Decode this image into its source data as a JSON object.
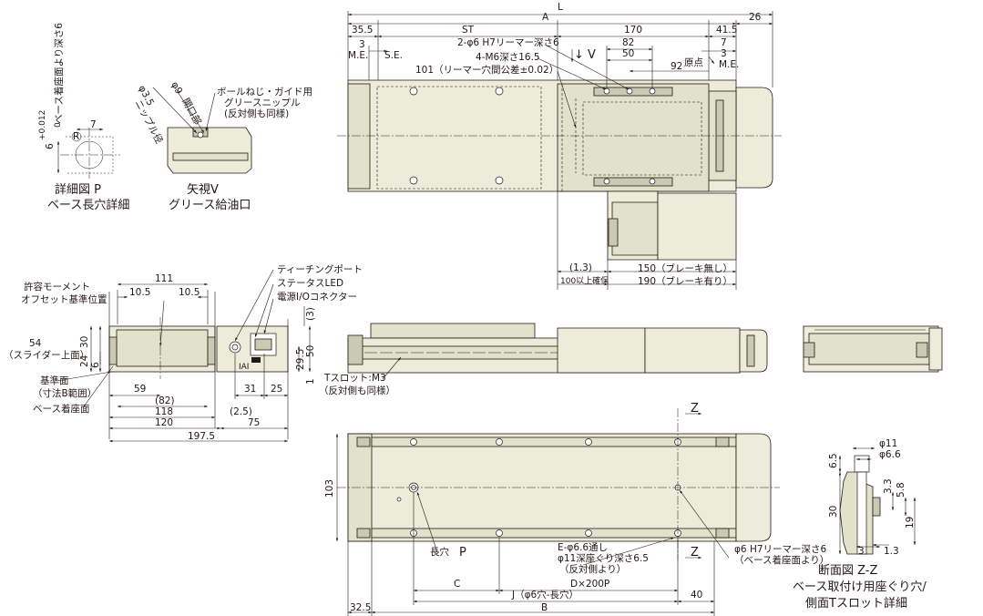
{
  "colors": {
    "line": "#231815",
    "body": "#ebecd9",
    "body_shade": "#e1e2cc",
    "dark_part": "#c9cab4",
    "background": "#ffffff"
  },
  "top_view": {
    "L": "L",
    "A": "A",
    "dim_26": "26",
    "dim_35_5": "35.5",
    "ST": "ST",
    "dim_170": "170",
    "dim_41_5": "41.5",
    "dim_3_left": "3",
    "ME_left": "M.E.",
    "SE": "S.E.",
    "hole_2phi6": "2-φ6 H7リーマー深さ6",
    "dim_82": "82",
    "dim_50": "50",
    "M6": "4-M6深さ16.5",
    "tol101": "101（リーマー穴間公差±0.02）",
    "dim_92": "92",
    "origin": "原点",
    "dim_7": "7",
    "dim_3_right": "3",
    "ME_right": "M.E.",
    "view_V": "↓ V",
    "dim_1_3": "(1.3)",
    "min100": "100以上確保",
    "brake_none": "150（ブレーキ無し）",
    "brake_with": "190（ブレーキ有り）"
  },
  "detail_P": {
    "phi_tol": "6",
    "tol_top": "+0.012",
    "tol_bot": "0",
    "depth_note": "ベース着座面より深さ6",
    "dim_7": "7",
    "title1": "詳細図 P",
    "title2": "ベース長穴詳細"
  },
  "view_V": {
    "phi35": "φ3.5",
    "nipple_dia": "ニップル径",
    "phi9": "φ9",
    "opening": "開口部",
    "ball_screw": "ボールねじ・ガイド用",
    "grease_nipple": "グリースニップル",
    "same": "(反対側も同様)",
    "title1": "矢視V",
    "title2": "グリース給油口"
  },
  "end_view": {
    "allow_moment": "許容モーメント",
    "offset_pos": "オフセット基準位置",
    "dim_111": "111",
    "dim_10_5a": "10.5",
    "dim_10_5b": "10.5",
    "dim_54": "54",
    "slider_top": "（スライダー上面）",
    "dim_30": "30",
    "dim_24": "24",
    "dim_6": "6",
    "ref_face": "基準面",
    "range_B": "（寸法B範囲）",
    "base_seat": "ベース着座面",
    "dim_59": "59",
    "dim_82": "(82)",
    "dim_118": "118",
    "dim_120": "120",
    "dim_197_5": "197.5",
    "dim_31": "31",
    "dim_25": "25",
    "dim_2_5": "(2.5)",
    "dim_75": "75",
    "teaching_port": "ティーチングポート",
    "status_led": "ステータスLED",
    "power_conn": "電源I/Oコネクター",
    "dim_3p": "(3)",
    "dim_50": "50",
    "dim_29_5": "29.5",
    "dim_1": "1",
    "logo": "IAI"
  },
  "side_view": {
    "tslot": "Tスロット:M3",
    "same": "（反対側も同様）"
  },
  "bottom_view": {
    "Z_top": "Z",
    "Z_bot": "Z",
    "dim_103": "103",
    "long_hole": "長穴",
    "P": "P",
    "E_holes": "E-φ6.6通し",
    "cbore": "φ11深座ぐり深さ6.5",
    "from_back": "（反対側より）",
    "dim_C": "C",
    "Dx200P": "D×200P",
    "ream": "φ6 H7リーマー深さ6",
    "from_base": "（ベース着座面より）",
    "J": "J（φ6穴-長穴）",
    "dim_40": "40",
    "dim_32_5": "32.5",
    "B": "B"
  },
  "section_ZZ": {
    "phi11": "φ11",
    "phi66": "φ6.6",
    "dim_6_5": "6.5",
    "dim_3_3": "3.3",
    "dim_5_8": "5.8",
    "dim_30": "30",
    "dim_19": "19",
    "dim_3": "3",
    "dim_1_3": "1.3",
    "title1": "断面図 Z-Z",
    "title2": "ベース取付け用座ぐり穴/",
    "title3": "側面Tスロット詳細"
  }
}
